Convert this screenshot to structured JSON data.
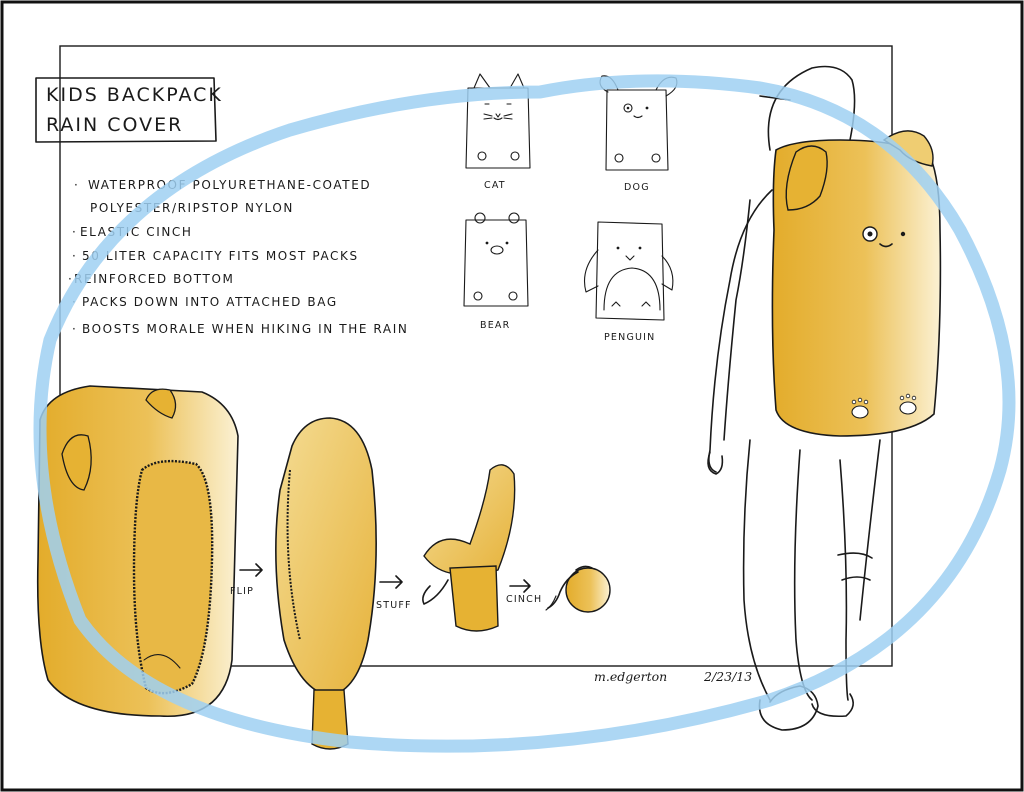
{
  "title": {
    "line1": "KIDS BACKPACK",
    "line2": "RAIN COVER"
  },
  "features": [
    "WATERPROOF POLYURETHANE-COATED",
    "POLYESTER/RIPSTOP NYLON",
    "ELASTIC CINCH",
    "50 LITER CAPACITY FITS MOST PACKS",
    "REINFORCED BOTTOM",
    "PACKS DOWN INTO ATTACHED BAG",
    "BOOSTS MORALE WHEN HIKING IN THE RAIN"
  ],
  "variants": {
    "cat": "CAT",
    "dog": "DOG",
    "bear": "BEAR",
    "penguin": "PENGUIN"
  },
  "steps": {
    "flip": "FLIP",
    "stuff": "STUFF",
    "cinch": "CINCH"
  },
  "signature": {
    "name": "m.edgerton",
    "date": "2/23/13"
  },
  "colors": {
    "ink": "#1a1a1a",
    "cover_fill": "#e9b93a",
    "cover_light": "#f6e3a7",
    "highlight_ring": "#9fd0f2"
  }
}
